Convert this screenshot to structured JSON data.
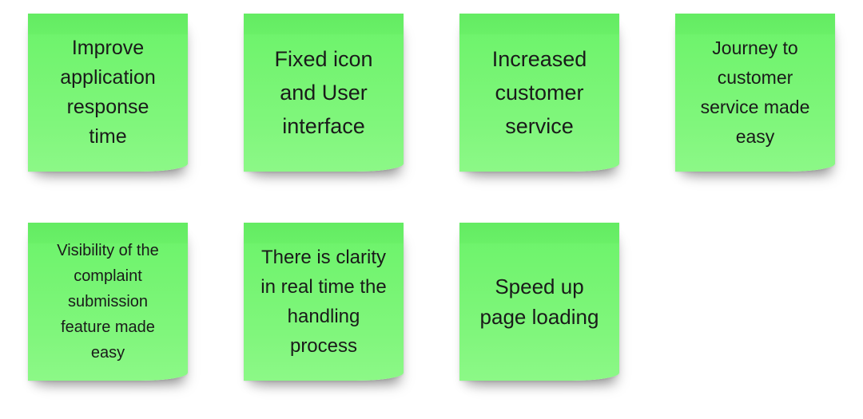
{
  "notes": [
    {
      "text": "Improve\napplication\nresponse\ntime"
    },
    {
      "text": "Fixed icon\nand User\ninterface"
    },
    {
      "text": "Increased\ncustomer\nservice"
    },
    {
      "text": "Journey to\ncustomer\nservice made\neasy"
    },
    {
      "text": "Visibility of the\ncomplaint\nsubmission\nfeature made\neasy"
    },
    {
      "text": "There is clarity\nin real time the\nhandling\nprocess"
    },
    {
      "text": "Speed up\npage loading"
    }
  ],
  "colors": {
    "note_fill": "#74f471",
    "note_top": "#5fe85e",
    "text": "#1a1a1a",
    "background": "#ffffff"
  }
}
